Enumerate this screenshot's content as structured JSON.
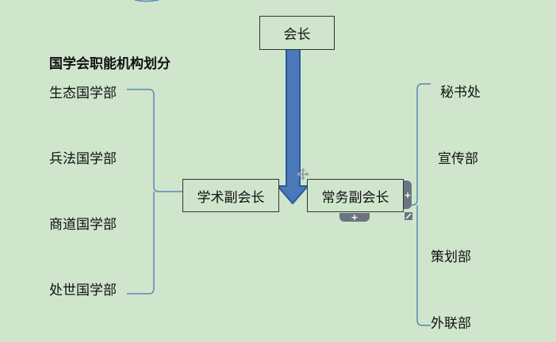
{
  "diagram": {
    "title": "国学会职能机构划分",
    "top": "会长",
    "vp_academic": "学术副会长",
    "vp_executive": "常务副会长",
    "left_departments": [
      "生态国学部",
      "兵法国学部",
      "商道国学部",
      "处世国学部"
    ],
    "right_departments": [
      "秘书处",
      "宣传部",
      "策划部",
      "外联部"
    ]
  },
  "colors": {
    "background": "#cfe6cc",
    "arrow_fill": "#4a78b8",
    "arrow_stroke": "#2c5a99",
    "bracket": "#5b87b3"
  },
  "icons": {
    "add_handle": "plus-icon",
    "resize_handle": "resize-corner-icon",
    "move_cursor": "move-icon"
  }
}
